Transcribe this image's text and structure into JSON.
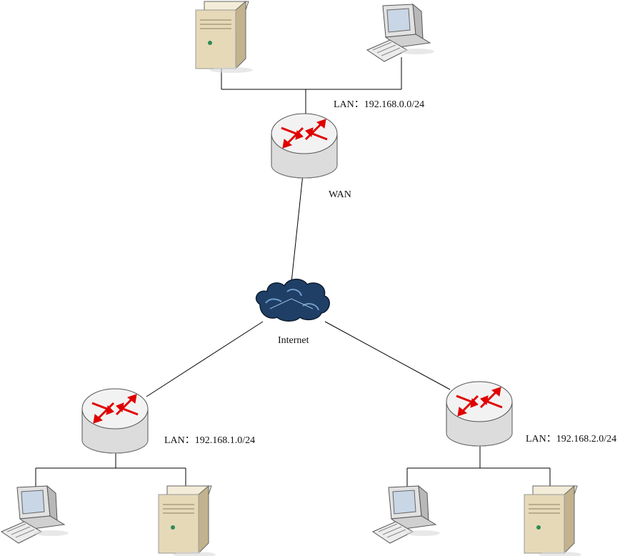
{
  "labels": {
    "top_lan": "LAN：192.168.0.0/24",
    "wan": "WAN",
    "internet": "Internet",
    "left_lan": "LAN：192.168.1.0/24",
    "right_lan": "LAN：192.168.2.0/24"
  },
  "colors": {
    "line": "#000000",
    "router_body": "#e6e6e6",
    "router_arrow": "#e00000",
    "cloud": "#1f3f66",
    "server_body": "#e8dcc0",
    "monitor_screen": "#c8d6e6"
  },
  "icons": {
    "server": "server-icon",
    "workstation": "workstation-icon",
    "router": "router-icon",
    "cloud": "cloud-icon"
  }
}
